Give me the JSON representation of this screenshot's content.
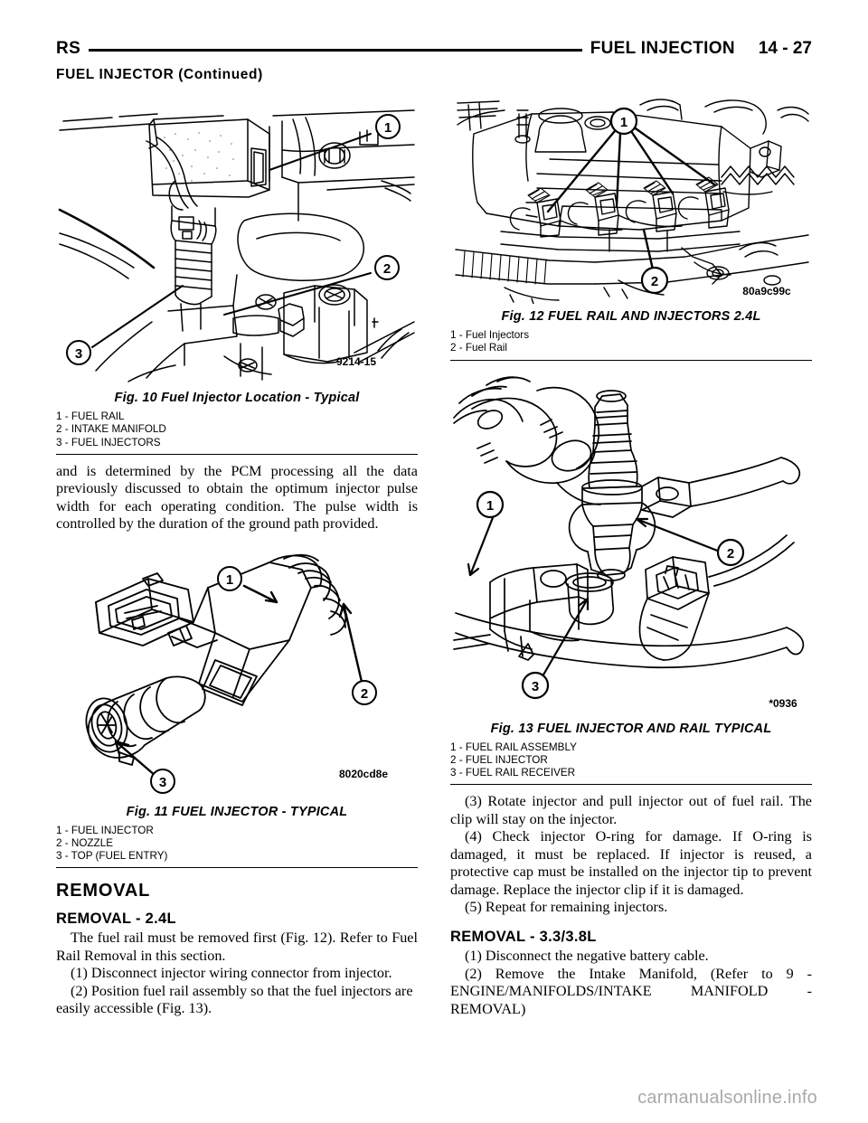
{
  "header": {
    "left_code": "RS",
    "section_title": "FUEL INJECTION",
    "page_number": "14 - 27",
    "continued_heading": "FUEL INJECTOR (Continued)"
  },
  "watermark": "carmanualsonline.info",
  "figures": {
    "fig10": {
      "caption": "Fig. 10 Fuel Injector Location - Typical",
      "art_id": "9214-15",
      "callouts": [
        "1",
        "2",
        "3"
      ],
      "legend": [
        "1 - FUEL RAIL",
        "2 - INTAKE MANIFOLD",
        "3 - FUEL INJECTORS"
      ]
    },
    "fig11": {
      "caption": "Fig. 11 FUEL INJECTOR - TYPICAL",
      "art_id": "8020cd8e",
      "callouts": [
        "1",
        "2",
        "3"
      ],
      "legend": [
        "1 - FUEL INJECTOR",
        "2 - NOZZLE",
        "3 - TOP (FUEL ENTRY)"
      ]
    },
    "fig12": {
      "caption": "Fig. 12 FUEL RAIL AND INJECTORS 2.4L",
      "art_id": "80a9c99c",
      "callouts": [
        "1",
        "2"
      ],
      "legend": [
        "1 - Fuel Injectors",
        "2 - Fuel Rail"
      ]
    },
    "fig13": {
      "caption": "Fig. 13 FUEL INJECTOR AND RAIL TYPICAL",
      "art_id": "*0936",
      "callouts": [
        "1",
        "2",
        "3"
      ],
      "legend": [
        "1 - FUEL RAIL ASSEMBLY",
        "2 - FUEL INJECTOR",
        "3 - FUEL RAIL RECEIVER"
      ]
    }
  },
  "left_column": {
    "paragraph_1": "and is determined by the PCM processing all the data previously discussed to obtain the optimum injector pulse width for each operating condition. The pulse width is controlled by the duration of the ground path provided.",
    "removal_heading": "REMOVAL",
    "removal_24l_heading": "REMOVAL - 2.4L",
    "removal_24l_intro": "The fuel rail must be removed first (Fig. 12). Refer to Fuel Rail Removal in this section.",
    "step_1": "(1) Disconnect injector wiring connector from injector.",
    "step_2": "(2) Position fuel rail assembly so that the fuel injectors are easily accessible (Fig. 13)."
  },
  "right_column": {
    "step_3": "(3) Rotate injector and pull injector out of fuel rail. The clip will stay on the injector.",
    "step_4": "(4) Check injector O-ring for damage. If O-ring is damaged, it must be replaced. If injector is reused, a protective cap must be installed on the injector tip to prevent damage. Replace the injector clip if it is damaged.",
    "step_5": "(5) Repeat for remaining injectors.",
    "removal_3338l_heading": "REMOVAL - 3.3/3.8L",
    "step_b1": "(1) Disconnect the negative battery cable.",
    "step_b2": "(2) Remove the Intake Manifold, (Refer to 9 - ENGINE/MANIFOLDS/INTAKE MANIFOLD - REMOVAL)"
  }
}
